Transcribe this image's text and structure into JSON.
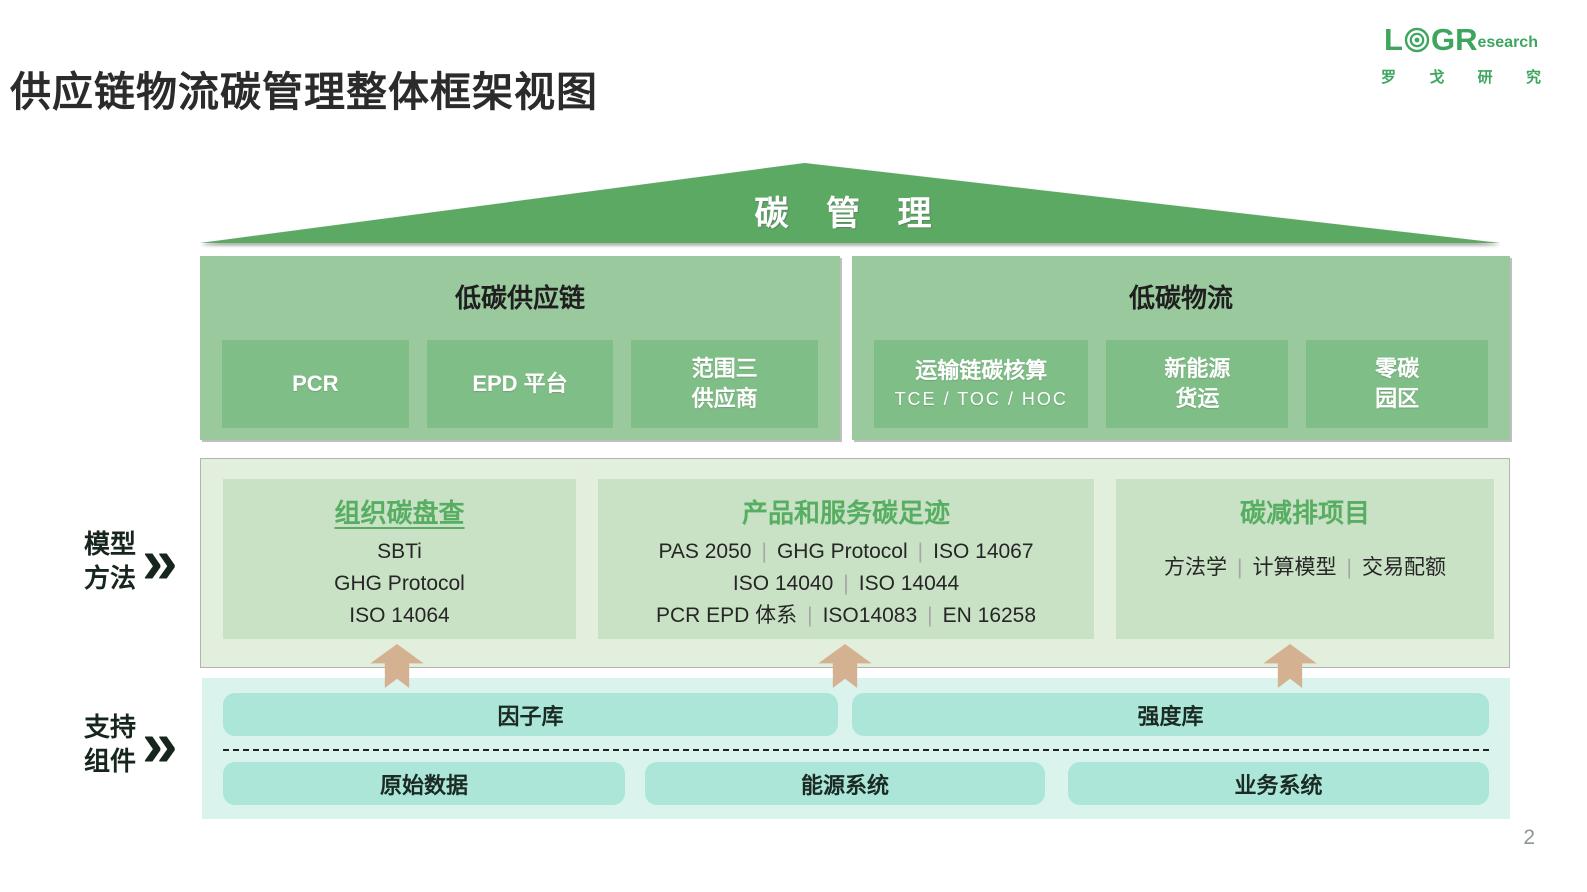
{
  "ui": {
    "separator": "|",
    "chevron": "»"
  },
  "page": {
    "title": "供应链物流碳管理整体框架视图",
    "page_number": "2"
  },
  "logo": {
    "l": "L",
    "g": "G",
    "r": "R",
    "research": "esearch",
    "cn": [
      "罗",
      "戈",
      "研",
      "究"
    ]
  },
  "roof": {
    "label": "碳 管 理"
  },
  "pillars": {
    "left": {
      "title": "低碳供应链",
      "items": [
        {
          "line1": "PCR"
        },
        {
          "line1": "EPD 平台"
        },
        {
          "line1": "范围三",
          "line2": "供应商"
        }
      ]
    },
    "right": {
      "title": "低碳物流",
      "items": [
        {
          "line1": "运输链碳核算",
          "sub": "TCE  /  TOC / HOC"
        },
        {
          "line1": "新能源",
          "line2": "货运"
        },
        {
          "line1": "零碳",
          "line2": "园区"
        }
      ]
    }
  },
  "model_methods": {
    "label_lines": [
      "模型",
      "方法"
    ],
    "boxes": [
      {
        "title": "组织碳盘查",
        "lines": [
          "SBTi",
          "GHG Protocol",
          "ISO 14064"
        ]
      },
      {
        "title": "产品和服务碳足迹",
        "rows": [
          [
            "PAS 2050",
            "GHG Protocol",
            "ISO 14067"
          ],
          [
            "ISO 14040",
            "ISO 14044"
          ],
          [
            "PCR EPD 体系",
            "ISO14083",
            "EN 16258"
          ]
        ]
      },
      {
        "title": "碳减排项目",
        "rows": [
          [
            "方法学",
            "计算模型",
            "交易配额"
          ]
        ]
      }
    ]
  },
  "support": {
    "label_lines": [
      "支持",
      "组件"
    ],
    "top_row": [
      "因子库",
      "强度库"
    ],
    "bottom_row": [
      "原始数据",
      "能源系统",
      "业务系统"
    ]
  },
  "colors": {
    "roof_green": "#5ca964",
    "pillar_green": "#9bc99e",
    "pillar_item_green": "#7fbe86",
    "panel_green": "#e2efdc",
    "panel_item_green": "#c9e2c5",
    "heading_green": "#57ae63",
    "teal_panel": "#daf3ec",
    "teal_pill": "#abe6d8",
    "arrow_tan": "#d4b190",
    "logo_green": "#3ea55f",
    "title_dark": "#2b2b2b"
  }
}
